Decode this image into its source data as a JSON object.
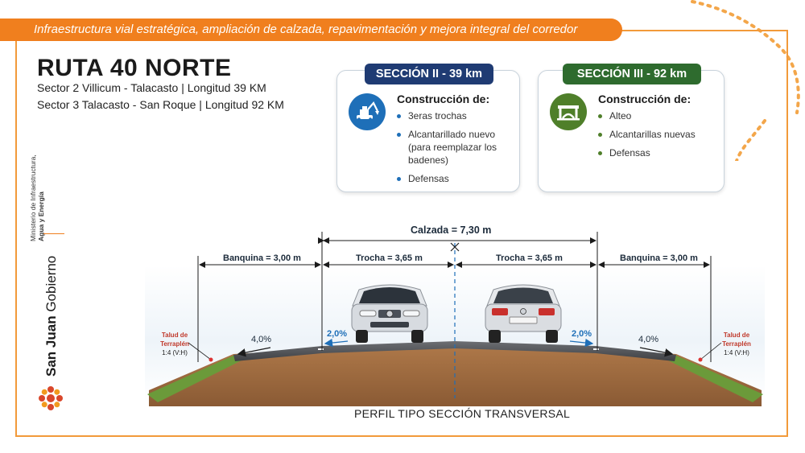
{
  "banner": {
    "text": "Infraestructura vial estratégica, ampliación de calzada, repavimentación y mejora integral del corredor"
  },
  "header": {
    "title": "RUTA 40 NORTE",
    "line1": "Sector 2 Villicum - Talacasto | Longitud 39 KM",
    "line2": "Sector 3 Talacasto - San Roque | Longitud 92 KM"
  },
  "sidebar": {
    "ministry_line1": "Ministerio de Infraestructura,",
    "ministry_line2": "Agua y Energía",
    "brand_bold": "San Juan",
    "brand_light": "Gobierno"
  },
  "section2": {
    "header": "SECCIÓN II - 39 km",
    "title": "Construcción de:",
    "items": [
      "3eras trochas",
      "Alcantarillado nuevo (para reemplazar los badenes)",
      "Defensas"
    ],
    "icon": "excavator-icon",
    "color": "#1f3b73",
    "accent": "#1e6fb8"
  },
  "section3": {
    "header": "SECCIÓN III - 92 km",
    "title": "Construcción de:",
    "items": [
      "Alteo",
      "Alcantarillas nuevas",
      "Defensas"
    ],
    "icon": "culvert-icon",
    "color": "#2e6b2e",
    "accent": "#4f7f2a"
  },
  "diagram": {
    "calzada": "Calzada = 7,30 m",
    "banquina_left": "Banquina = 3,00 m",
    "trocha_left": "Trocha = 3,65 m",
    "trocha_right": "Trocha = 3,65 m",
    "banquina_right": "Banquina = 3,00 m",
    "slope_left_outer": "4,0%",
    "slope_left_inner": "2,0%",
    "slope_right_inner": "2,0%",
    "slope_right_outer": "4,0%",
    "talud_left_1": "Talud de Terraplén",
    "talud_left_2": "1:4 (V:H)",
    "talud_right_1": "Talud de Terraplén",
    "talud_right_2": "1:4 (V:H)",
    "caption": "PERFIL TIPO SECCIÓN TRANSVERSAL"
  }
}
